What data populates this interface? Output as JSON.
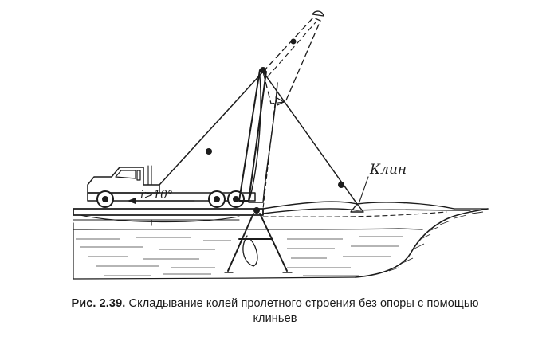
{
  "figure": {
    "label_wedge": "Клин",
    "label_slope": "i>10°"
  },
  "caption": {
    "number": "Рис. 2.39.",
    "line1": "Складывание колей пролетного строения без опоры с помощью",
    "line2": "клиньев"
  }
}
